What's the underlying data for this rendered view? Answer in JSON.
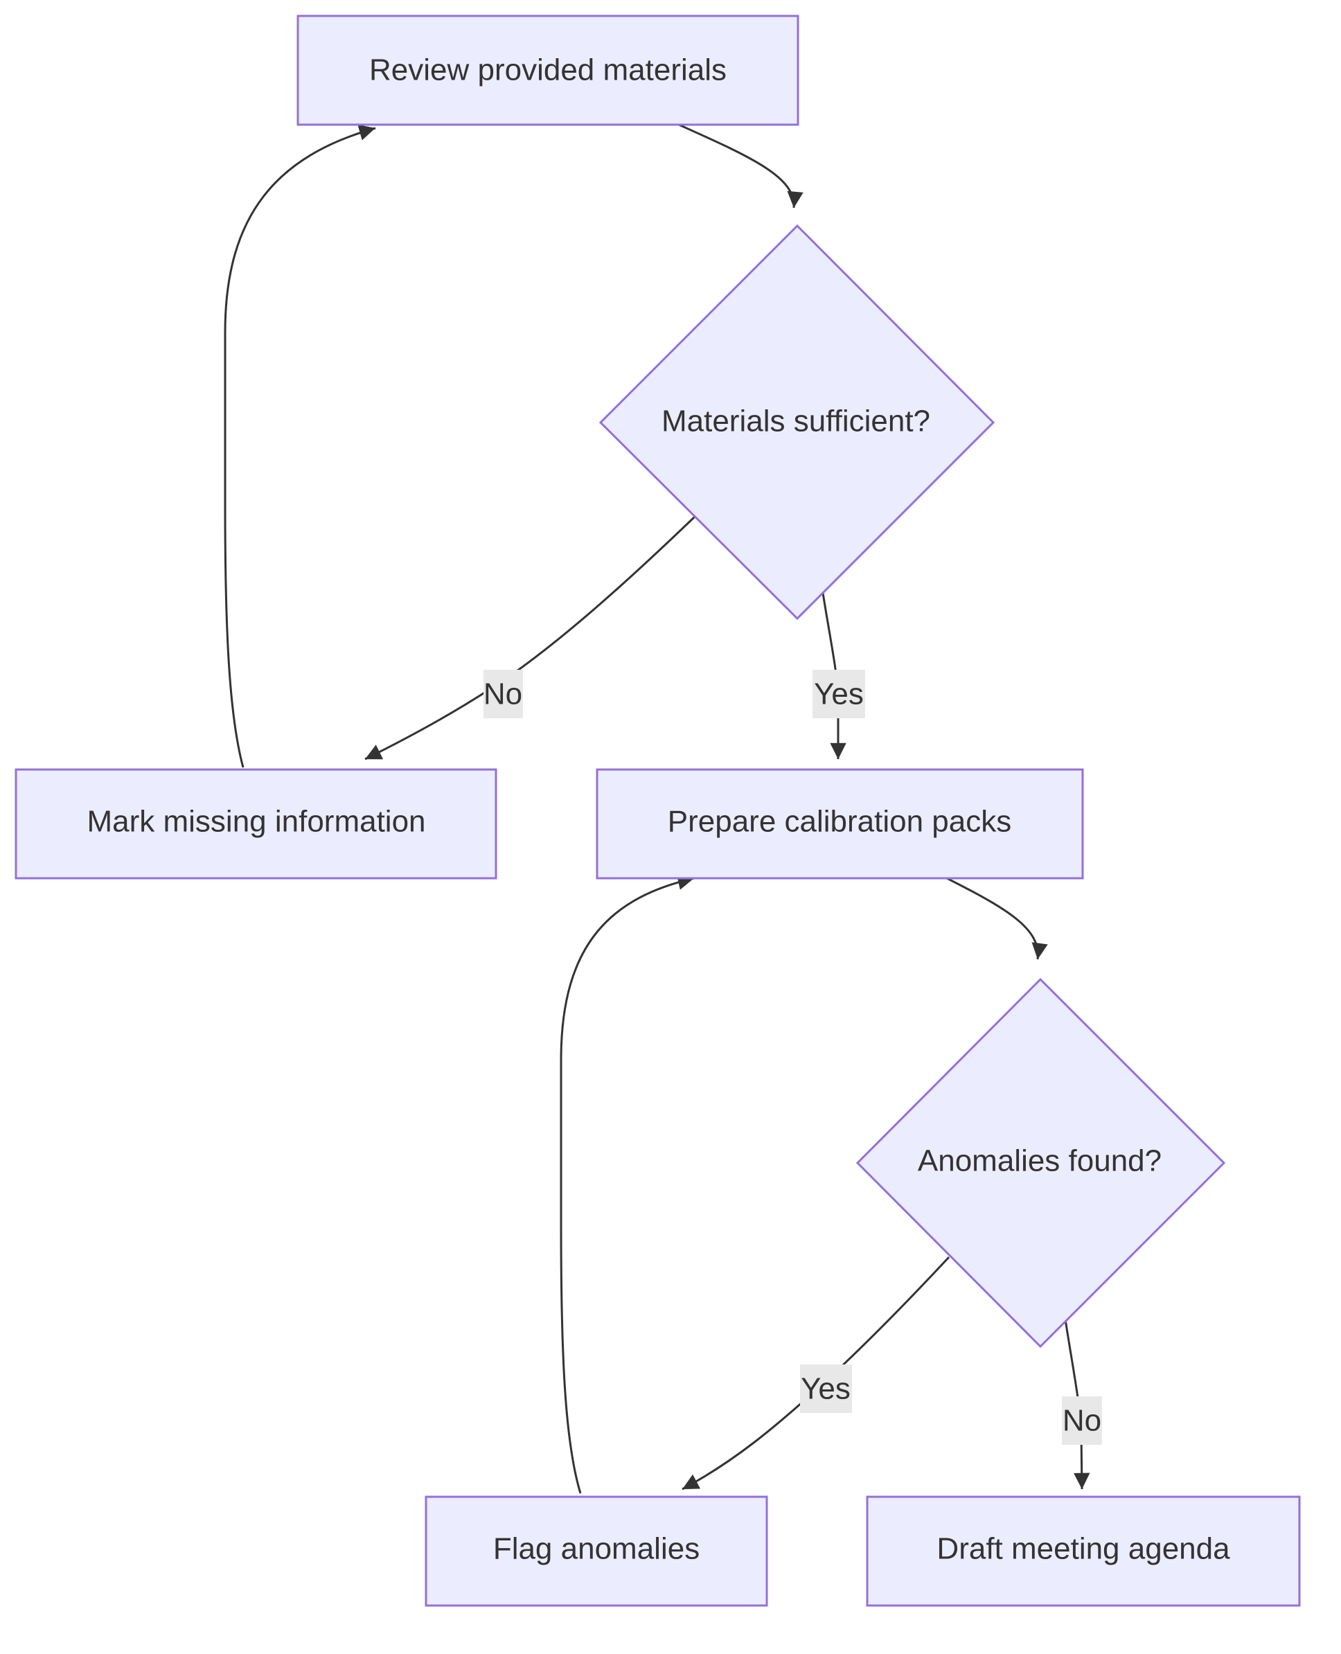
{
  "colors": {
    "node_fill": "#ECECFF",
    "node_stroke": "#9370DB",
    "edge": "#333333",
    "label_bg": "#E8E8E8",
    "text": "#333333"
  },
  "nodes": {
    "review": "Review provided materials",
    "materials_sufficient": "Materials sufficient?",
    "mark_missing": "Mark missing information",
    "prepare_packs": "Prepare calibration packs",
    "anomalies_found": "Anomalies found?",
    "flag_anomalies": "Flag anomalies",
    "draft_agenda": "Draft meeting agenda"
  },
  "edges": {
    "sufficient_no": "No",
    "sufficient_yes": "Yes",
    "anomalies_yes": "Yes",
    "anomalies_no": "No"
  }
}
